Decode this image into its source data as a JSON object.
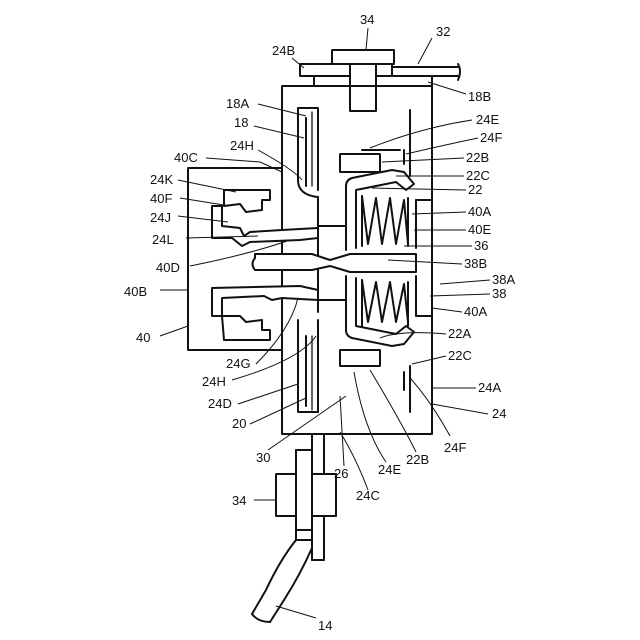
{
  "diagram": {
    "callouts": [
      {
        "id": "c34t",
        "text": "34"
      },
      {
        "id": "c32",
        "text": "32"
      },
      {
        "id": "c24B",
        "text": "24B"
      },
      {
        "id": "c18B",
        "text": "18B"
      },
      {
        "id": "c18A",
        "text": "18A"
      },
      {
        "id": "c18",
        "text": "18"
      },
      {
        "id": "c24E_t",
        "text": "24E"
      },
      {
        "id": "c24F_t",
        "text": "24F"
      },
      {
        "id": "c24H_t",
        "text": "24H"
      },
      {
        "id": "c22B_t",
        "text": "22B"
      },
      {
        "id": "c40C",
        "text": "40C"
      },
      {
        "id": "c22C_t",
        "text": "22C"
      },
      {
        "id": "c24K",
        "text": "24K"
      },
      {
        "id": "c22",
        "text": "22"
      },
      {
        "id": "c40F",
        "text": "40F"
      },
      {
        "id": "c40A_t",
        "text": "40A"
      },
      {
        "id": "c24J",
        "text": "24J"
      },
      {
        "id": "c40E",
        "text": "40E"
      },
      {
        "id": "c24L",
        "text": "24L"
      },
      {
        "id": "c36",
        "text": "36"
      },
      {
        "id": "c38B",
        "text": "38B"
      },
      {
        "id": "c40D",
        "text": "40D"
      },
      {
        "id": "c38A",
        "text": "38A"
      },
      {
        "id": "c40B",
        "text": "40B"
      },
      {
        "id": "c38",
        "text": "38"
      },
      {
        "id": "c40A_b",
        "text": "40A"
      },
      {
        "id": "c40",
        "text": "40"
      },
      {
        "id": "c22A",
        "text": "22A"
      },
      {
        "id": "c22C_b",
        "text": "22C"
      },
      {
        "id": "c24G",
        "text": "24G"
      },
      {
        "id": "c24H_b",
        "text": "24H"
      },
      {
        "id": "c24A",
        "text": "24A"
      },
      {
        "id": "c24D",
        "text": "24D"
      },
      {
        "id": "c24",
        "text": "24"
      },
      {
        "id": "c20",
        "text": "20"
      },
      {
        "id": "c24F_b",
        "text": "24F"
      },
      {
        "id": "c30",
        "text": "30"
      },
      {
        "id": "c22B_b",
        "text": "22B"
      },
      {
        "id": "c26",
        "text": "26"
      },
      {
        "id": "c24E_b",
        "text": "24E"
      },
      {
        "id": "c24C",
        "text": "24C"
      },
      {
        "id": "c34b",
        "text": "34"
      },
      {
        "id": "c14",
        "text": "14"
      }
    ]
  }
}
